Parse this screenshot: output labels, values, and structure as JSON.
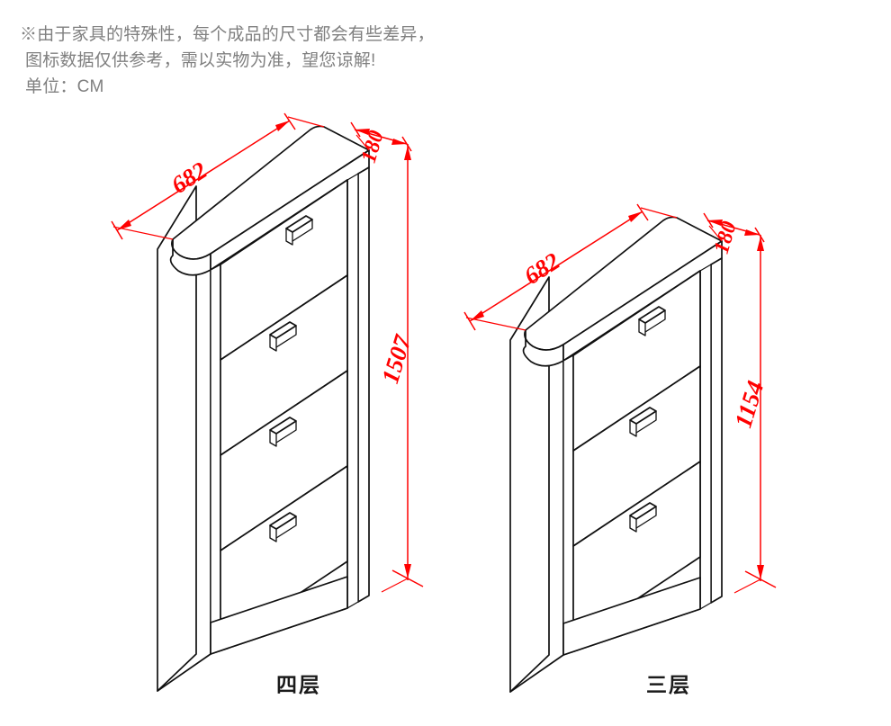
{
  "notes": {
    "line1": "※由于家具的特殊性，每个成品的尺寸都会有些差异，",
    "line2": "图标数据仅供参考，需以实物为准，望您谅解!",
    "line3": "单位：CM"
  },
  "colors": {
    "dimension_red": "#ff0000",
    "line_black": "#111111",
    "note_gray": "#808080",
    "background": "#ffffff"
  },
  "products": [
    {
      "id": "four-tier",
      "caption": "四层",
      "tiers": 4,
      "dimensions": {
        "width": "682",
        "depth": "180",
        "height": "1507"
      }
    },
    {
      "id": "three-tier",
      "caption": "三层",
      "tiers": 3,
      "dimensions": {
        "width": "682",
        "depth": "180",
        "height": "1154"
      }
    }
  ]
}
